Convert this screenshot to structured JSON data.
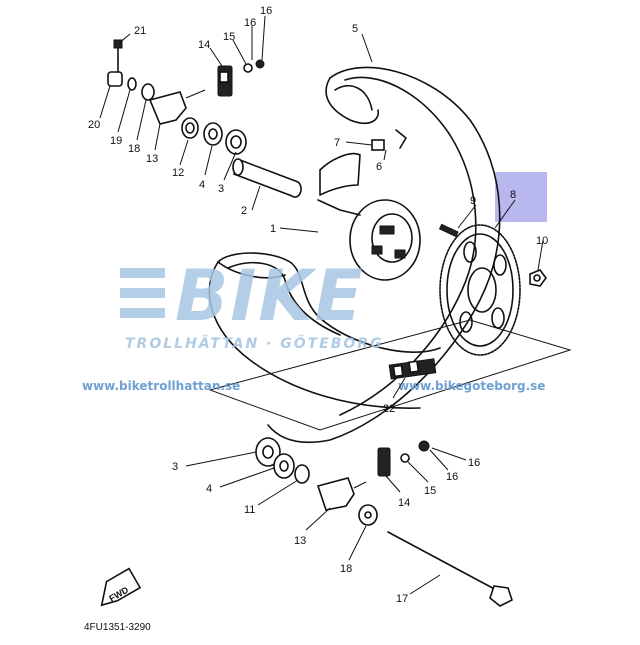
{
  "diagram": {
    "part_labels": {
      "p1": "1",
      "p2": "2",
      "p3a": "3",
      "p3b": "3",
      "p4a": "4",
      "p4b": "4",
      "p5": "5",
      "p6": "6",
      "p7": "7",
      "p8": "8",
      "p9": "9",
      "p10": "10",
      "p11": "11",
      "p12": "12",
      "p13a": "13",
      "p13b": "13",
      "p14a": "14",
      "p14b": "14",
      "p15a": "15",
      "p15b": "15",
      "p16a": "16",
      "p16b": "16",
      "p17": "17",
      "p18a": "18",
      "p18b": "18",
      "p19": "19",
      "p20": "20",
      "p21": "21",
      "p22": "22"
    },
    "fwd_label": "FWD",
    "drawing_code": "4FU1351-3290"
  },
  "watermark": {
    "logo_text": "BIKE",
    "subtitle": "TROLLHÄTTAN · GÖTEBORG",
    "url_left": "www.biketrollhattan.se",
    "url_right": "www.bikegoteborg.se",
    "color": "#a8c6e3"
  },
  "highlight": {
    "color": "#b8b8ee",
    "target": "8"
  }
}
